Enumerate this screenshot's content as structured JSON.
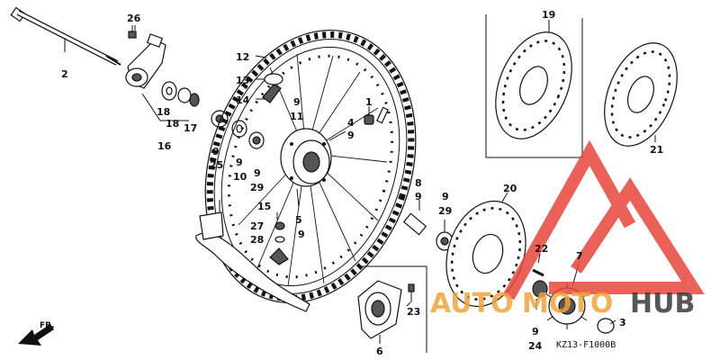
{
  "diagram": {
    "callouts": {
      "c1": "1",
      "c2": "2",
      "c3": "3",
      "c4": "4",
      "c5": "5",
      "c6": "6",
      "c7": "7",
      "c8": "8",
      "c9_11": "9",
      "c11": "11",
      "c9_4": "9",
      "c9_25": "9",
      "c25": "25",
      "c9_10": "9",
      "c10": "10",
      "c9_29a": "9",
      "c29a": "29",
      "c9_8": "9",
      "c9_29b": "9",
      "c29b": "29",
      "c9_5": "9",
      "c9_24": "9",
      "c24": "24",
      "c12": "12",
      "c13": "13",
      "c14": "14",
      "c15": "15",
      "c16": "16",
      "c17": "17",
      "c18a": "18",
      "c18b": "18",
      "c19": "19",
      "c20": "20",
      "c21": "21",
      "c22": "22",
      "c23": "23",
      "c26": "26",
      "c27": "27",
      "c28": "28"
    },
    "reference_code": "KZ13-F1000B",
    "direction_label": "FR."
  },
  "watermark": {
    "text_part1": "AUTO",
    "text_part2": "MOTO",
    "text_part3": "HUB",
    "color_red": "#e8463c",
    "color_orange": "#f2a43a",
    "color_dark": "#3a3a3a"
  }
}
